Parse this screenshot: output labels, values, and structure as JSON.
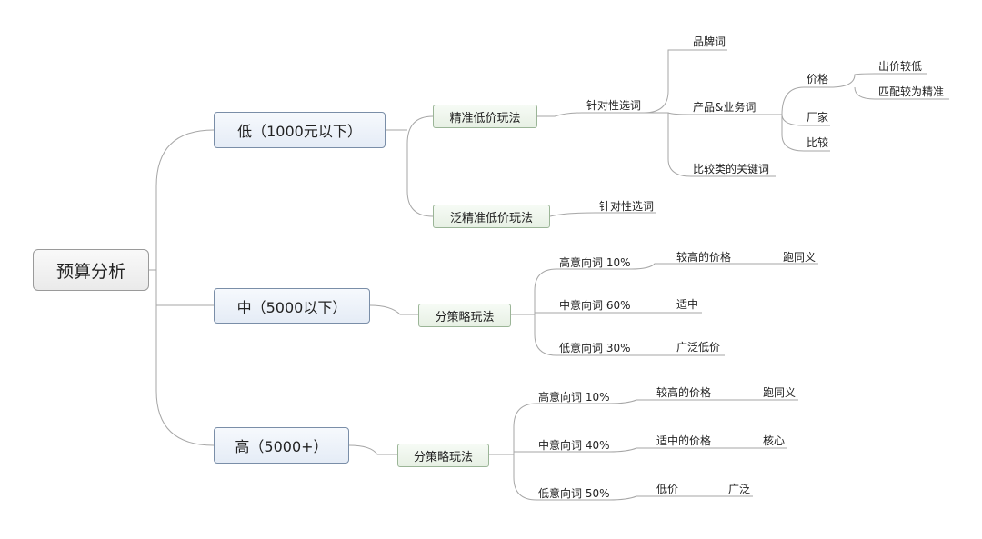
{
  "root": {
    "label": "预算分析"
  },
  "low": {
    "label": "低（1000元以下）",
    "precise": {
      "label": "精准低价玩法",
      "targeted": "针对性选词",
      "brand_words": "品牌词",
      "product_words": {
        "label": "产品&业务词",
        "price": {
          "label": "价格",
          "bid_low": "出价较低",
          "match_precise": "匹配较为精准"
        },
        "manufacturer": "厂家",
        "compare": "比较"
      },
      "compare_keywords": "比较类的关键词"
    },
    "broad": {
      "label": "泛精准低价玩法",
      "targeted": "针对性选词"
    }
  },
  "mid": {
    "label": "中（5000以下）",
    "strategy": {
      "label": "分策略玩法",
      "high_intent": {
        "label": "高意向词 10%",
        "price": "较高的价格",
        "synonym": "跑同义"
      },
      "mid_intent": {
        "label": "中意向词 60%",
        "price": "适中"
      },
      "low_intent": {
        "label": "低意向词 30%",
        "price": "广泛低价"
      }
    }
  },
  "high": {
    "label": "高（5000+）",
    "strategy": {
      "label": "分策略玩法",
      "high_intent": {
        "label": "高意向词 10%",
        "price": "较高的价格",
        "synonym": "跑同义"
      },
      "mid_intent": {
        "label": "中意向词 40%",
        "price": "适中的价格",
        "core": "核心"
      },
      "low_intent": {
        "label": "低意向词 50%",
        "price": "低价",
        "broad": "广泛"
      }
    }
  }
}
